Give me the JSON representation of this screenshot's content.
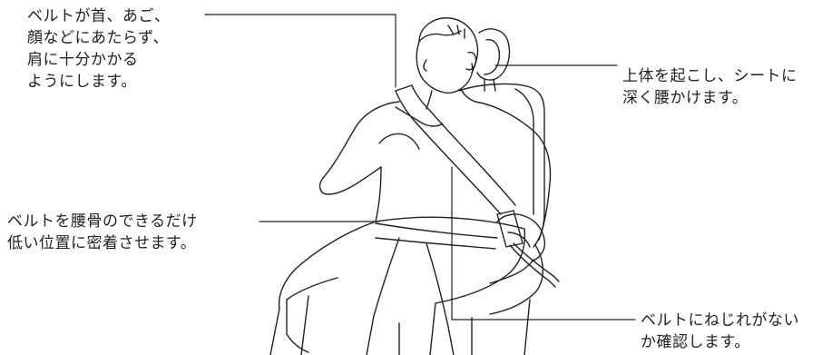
{
  "callouts": {
    "neck_shoulder": {
      "lines": [
        "ベルトが首、あご、",
        "顔などにあたらず、",
        "肩に十分かかる",
        "ようにします。"
      ]
    },
    "posture": {
      "lines": [
        "上体を起こし、シートに",
        "深く腰かけます。"
      ]
    },
    "hip": {
      "lines": [
        "ベルトを腰骨のできるだけ",
        "低い位置に密着させます。"
      ]
    },
    "twist": {
      "lines": [
        "ベルトにねじれがない",
        "か確認します。"
      ]
    }
  },
  "colors": {
    "ink": "#222222",
    "background": "#ffffff"
  }
}
